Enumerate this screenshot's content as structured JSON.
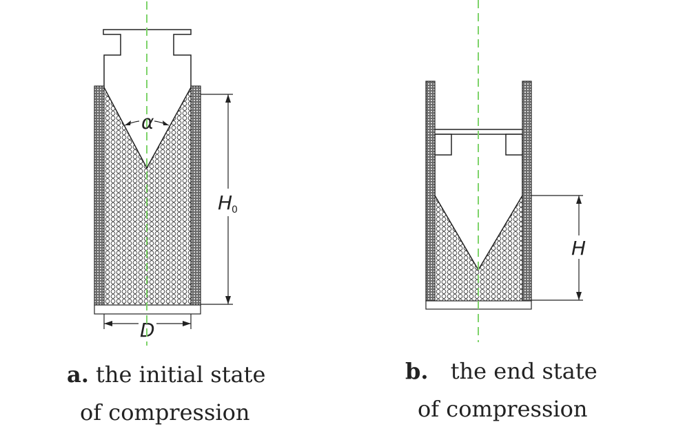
{
  "figure_a": {
    "labels": {
      "angle": "α",
      "height": "H",
      "height_subscript": "0",
      "diameter": "D"
    },
    "caption": {
      "letter": "a.",
      "line1": "the initial state",
      "line2": "of compression"
    }
  },
  "figure_b": {
    "labels": {
      "height": "H"
    },
    "caption": {
      "letter": "b.",
      "line1": "the end state",
      "line2": "of compression"
    }
  },
  "colors": {
    "centerline": "#7ed36a",
    "stroke": "#222222",
    "background": "#ffffff"
  }
}
